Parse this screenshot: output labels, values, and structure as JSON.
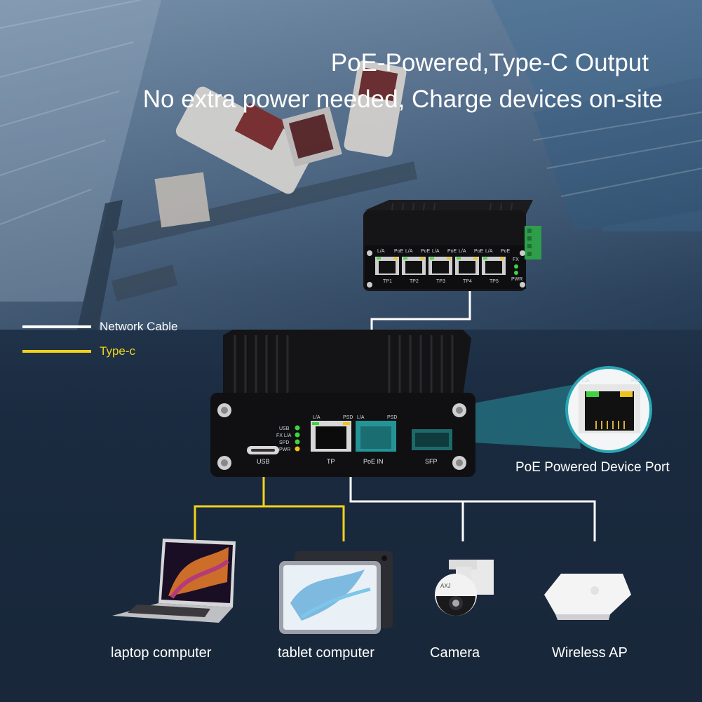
{
  "headline": {
    "line1": "PoE-Powered,Type-C Output",
    "line2": "No extra power needed, Charge devices on-site"
  },
  "legend": {
    "items": [
      {
        "label": "Network Cable",
        "color": "#ffffff"
      },
      {
        "label": "Type-c",
        "color": "#f2d21b"
      }
    ]
  },
  "switch": {
    "port_tops": [
      "L/A",
      "PoE",
      "L/A",
      "PoE",
      "L/A",
      "PoE",
      "L/A",
      "PoE",
      "L/A",
      "PoE"
    ],
    "ports": [
      "TP1",
      "TP2",
      "TP3",
      "TP4",
      "TP5"
    ],
    "fx": "FX",
    "pwr": "PWR"
  },
  "converter": {
    "led_labels": [
      "USB",
      "FX L/A",
      "SPD",
      "PWR"
    ],
    "port_labels": {
      "usb": "USB",
      "tp": "TP",
      "poe_in": "PoE IN",
      "sfp": "SFP"
    },
    "port_tops": {
      "tp_la": "L/A",
      "tp_psd": "PSD",
      "poe_la": "L/A",
      "poe_psd": "PSD"
    }
  },
  "callout": {
    "label": "PoE Powered Device Port",
    "tops": [
      "L/A",
      "PoE"
    ]
  },
  "devices": [
    {
      "label": "laptop computer",
      "icon": "laptop-icon"
    },
    {
      "label": "tablet computer",
      "icon": "tablet-icon"
    },
    {
      "label": "Camera",
      "icon": "dome-camera-icon"
    },
    {
      "label": "Wireless AP",
      "icon": "access-point-icon"
    }
  ],
  "colors": {
    "network_cable": "#ffffff",
    "type_c": "#f2d21b",
    "led_green": "#3fd43f",
    "led_yellow": "#f0c21a",
    "port_highlight": "#27a3a6"
  }
}
